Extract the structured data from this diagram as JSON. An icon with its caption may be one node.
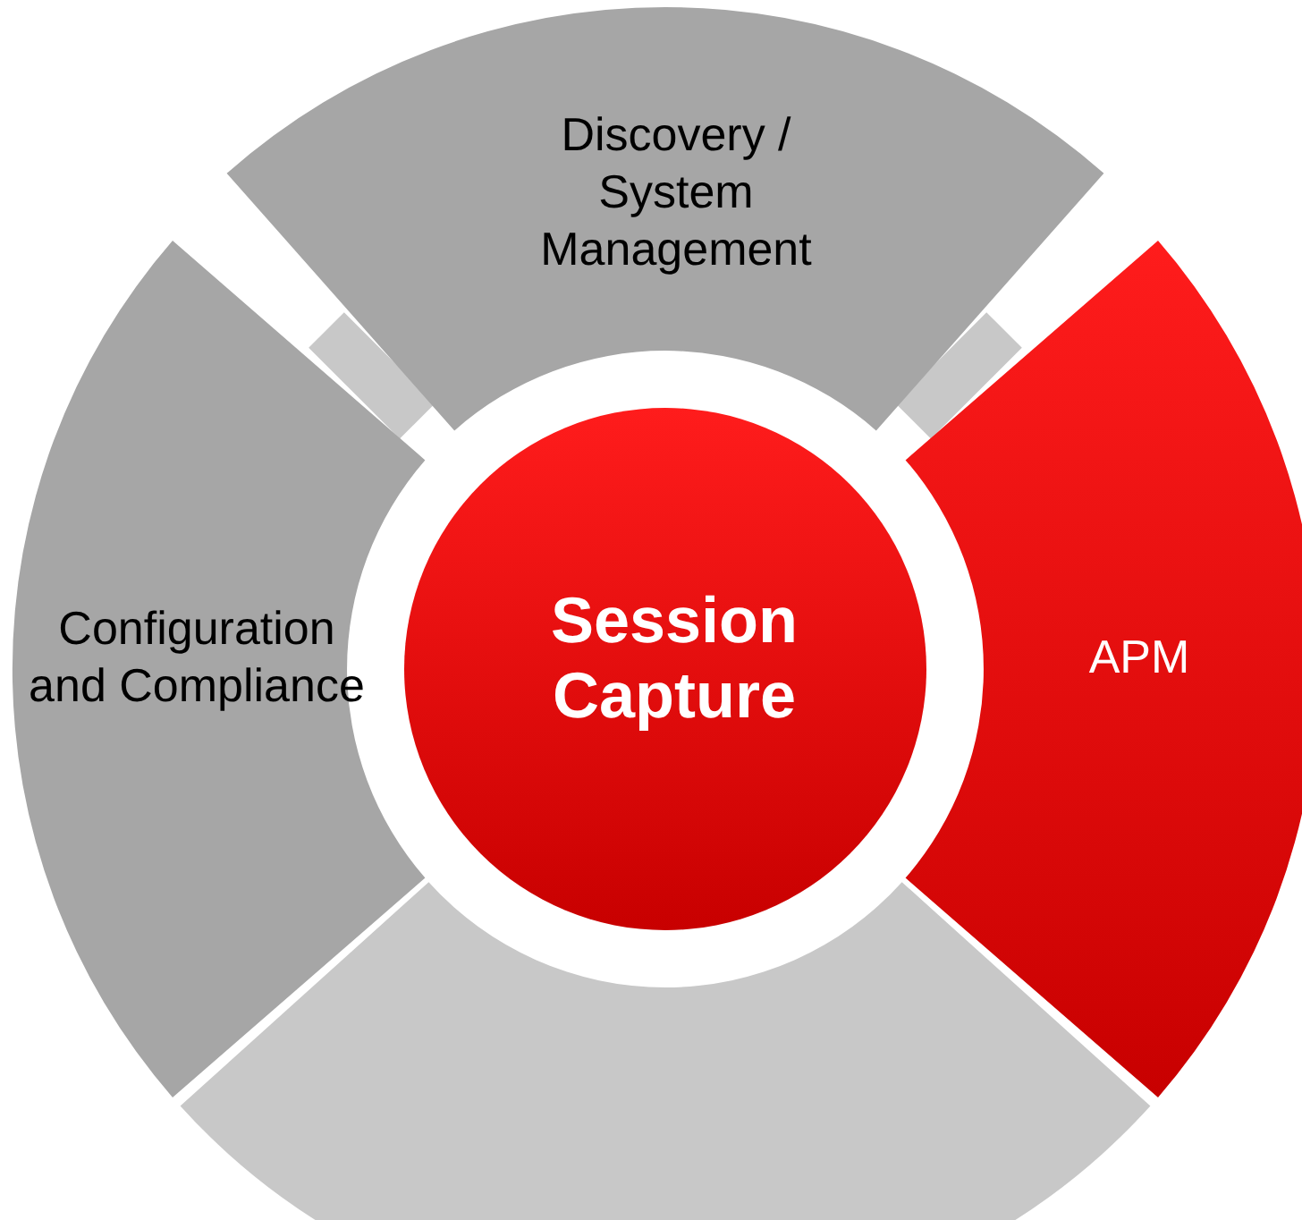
{
  "diagram": {
    "nodes": [
      {
        "text": [
          "Session Capture"
        ]
      },
      {
        "text": [
          "Discovery / System Management"
        ]
      },
      {
        "text": [
          "Configuration and Compliance"
        ]
      },
      {
        "text": [
          "APM"
        ]
      },
      {
        "text": [],
        "shape": "band"
      }
    ]
  }
}
